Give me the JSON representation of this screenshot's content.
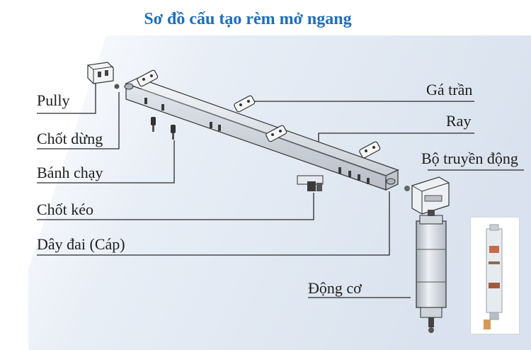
{
  "title": "Sơ đồ cấu tạo rèm mở ngang",
  "labels": {
    "pully": "Pully",
    "chot_dung": "Chốt dừng",
    "banh_chay": "Bánh chạy",
    "chot_keo": "Chốt kéo",
    "day_dai": "Dây đai (Cáp)",
    "ga_tran": "Gá trần",
    "ray": "Ray",
    "bo_truyen_dong": "Bộ truyền động",
    "dong_co": "Động cơ"
  },
  "colors": {
    "title": "#1a6fc4",
    "background": "#e9eef5",
    "metal": "#dfe3e8",
    "line": "#2a2a2a"
  }
}
